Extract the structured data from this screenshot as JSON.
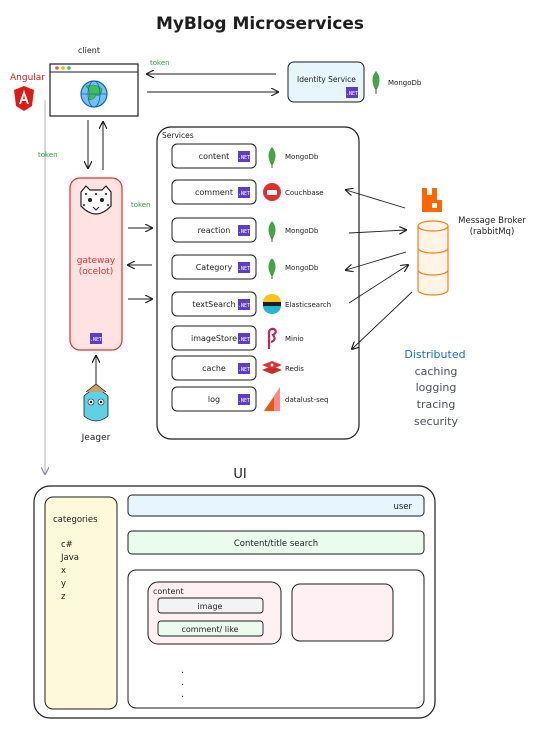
{
  "title": "MyBlog Microservices",
  "client": {
    "label": "client",
    "framework": "Angular"
  },
  "identity": {
    "label": "Identity Service",
    "db": "MongoDb"
  },
  "token_labels": [
    "token",
    "token",
    "token"
  ],
  "gateway": {
    "label_line1": "gateway",
    "label_line2": "(ocelot)"
  },
  "jeager": {
    "label": "Jeager"
  },
  "services": {
    "title": "Services",
    "items": [
      {
        "name": "content",
        "db": "MongoDb",
        "db_icon": "mongodb-leaf-icon"
      },
      {
        "name": "comment",
        "db": "Couchbase",
        "db_icon": "couchbase-icon"
      },
      {
        "name": "reaction",
        "db": "MongoDb",
        "db_icon": "mongodb-leaf-icon"
      },
      {
        "name": "Category",
        "db": "MongoDb",
        "db_icon": "mongodb-leaf-icon"
      },
      {
        "name": "textSearch",
        "db": "Elasticsearch",
        "db_icon": "elasticsearch-icon"
      },
      {
        "name": "imageStore",
        "db": "Minio",
        "db_icon": "minio-icon"
      },
      {
        "name": "cache",
        "db": "Redis",
        "db_icon": "redis-icon"
      },
      {
        "name": "log",
        "db": "datalust-seq",
        "db_icon": "seq-icon"
      }
    ],
    "badge": ".NET"
  },
  "broker": {
    "label_line1": "Message Broker",
    "label_line2": "(rabbitMq)"
  },
  "distributed": {
    "heading": "Distributed",
    "items": [
      "caching",
      "logging",
      "tracing",
      "security"
    ]
  },
  "ui": {
    "title": "UI",
    "categories_title": "categories",
    "categories": [
      "c#",
      "Java",
      "x",
      "y",
      "z"
    ],
    "user": "user",
    "search": "Content/title search",
    "content": "content",
    "image": "image",
    "comment_like": "comment/ like",
    "ellipsis": [
      "·",
      "·",
      "·"
    ]
  },
  "colors": {
    "gateway": "#e03131",
    "gateway_fill": "#ffe3e3",
    "token": "#2f9e44",
    "identity_fill": "#e7f5ff",
    "broker": "#fd7e14",
    "broker_fill": "#fff4e6",
    "distributed": "#1971c2",
    "badge": "#5f3dc4",
    "angular": "#dd1b16",
    "mongo": "#2f9e44"
  }
}
